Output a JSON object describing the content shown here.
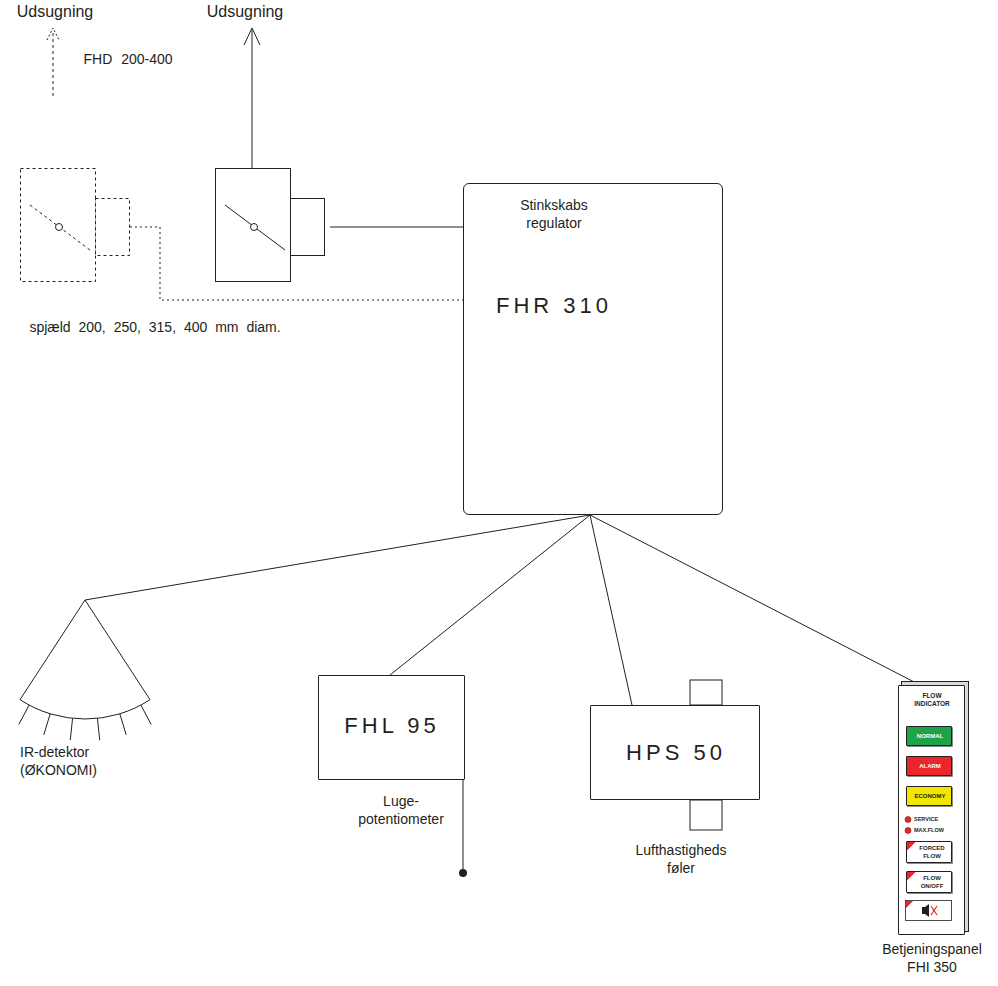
{
  "diagram": {
    "nodes": [
      {
        "text": [
          "spjæld 200, 250, 315, 400 mm diam."
        ]
      },
      {
        "text": [
          "FHD 200-400"
        ]
      },
      {
        "text": [
          "Stinkskabs regulator",
          "FHR 310"
        ]
      },
      {
        "text": [
          "IR-detektor (ØKONOMI)"
        ]
      },
      {
        "text": [
          "FHL 95",
          "Luge- potentiometer"
        ]
      },
      {
        "text": [
          "HPS 50",
          "Lufthastigheds føler"
        ]
      },
      {
        "text": [
          "FLOW INDICATOR",
          "Betjeningspanel FHI 350"
        ]
      },
      {
        "text": [
          "NORMAL"
        ],
        "in": 6
      },
      {
        "text": [
          "ALARM"
        ],
        "in": 6
      },
      {
        "text": [
          "ECONOMY"
        ],
        "in": 6
      },
      {
        "text": [
          "FORCED FLOW"
        ],
        "in": 6
      },
      {
        "text": [
          "FLOW ON/OFF"
        ],
        "in": 6
      }
    ],
    "edges": [
      {
        "from": 0,
        "to": 2,
        "arrow": "none"
      },
      {
        "from": 1,
        "to": 2,
        "arrow": "none"
      },
      {
        "from": 2,
        "to": 3,
        "arrow": "none"
      },
      {
        "from": 2,
        "to": 4,
        "arrow": "none"
      },
      {
        "from": 2,
        "to": 5,
        "arrow": "none"
      },
      {
        "from": 2,
        "to": 6,
        "arrow": "none"
      }
    ],
    "labels": [
      "Udsugning",
      "Udsugning",
      "SERVICE",
      "MAX.FLOW"
    ]
  }
}
